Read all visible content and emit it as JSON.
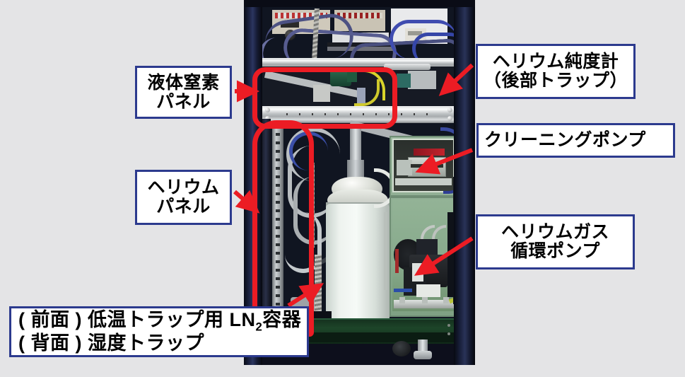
{
  "figure": {
    "background_color": "#e4e4e6",
    "photo_description": "helium-recovery-rack-cabinet-photograph",
    "accent_red": "#ec1c24",
    "callout_border_color": "#2c3a8e",
    "callout_fill_color": "#ffffff"
  },
  "callouts": [
    {
      "id": "ln2-panel",
      "lines": [
        "液体窒素",
        "パネル"
      ],
      "target": "liquid-nitrogen-panel"
    },
    {
      "id": "he-purity-meter",
      "lines": [
        "ヘリウム純度計",
        "（後部トラップ）"
      ],
      "target": "helium-purity-meter-rear-trap"
    },
    {
      "id": "cleaning-pump",
      "lines": [
        "クリーニングポンプ"
      ],
      "target": "cleaning-pump"
    },
    {
      "id": "he-panel",
      "lines": [
        "ヘリウム",
        "パネル"
      ],
      "target": "helium-panel"
    },
    {
      "id": "he-gas-circulation-pump",
      "lines": [
        "ヘリウムガス",
        "循環ポンプ"
      ],
      "target": "helium-gas-circulation-pump"
    },
    {
      "id": "ln2-vessel",
      "lines": [
        "( 前面 ) 低温トラップ用 LN2容器",
        "( 背面 ) 湿度トラップ"
      ],
      "line1_prefix": "( 前面 ) 低温トラップ用 LN",
      "line1_sub": "2",
      "line1_suffix": "容器",
      "line2": "( 背面 ) 湿度トラップ",
      "target": "cold-trap-ln2-vessel-and-humidity-trap"
    }
  ],
  "highlights": [
    {
      "id": "ln2-panel-outline",
      "shape": "rounded-rectangle",
      "color": "#ec1c24"
    },
    {
      "id": "he-panel-outline",
      "shape": "rounded-rectangle",
      "color": "#ec1c24"
    }
  ],
  "arrows": [
    {
      "id": "arrow-to-ln2-panel",
      "color": "#ec1c24",
      "direction": "right"
    },
    {
      "id": "arrow-to-he-purity-meter",
      "color": "#ec1c24",
      "direction": "left-down"
    },
    {
      "id": "arrow-to-cleaning-pump",
      "color": "#ec1c24",
      "direction": "left-down"
    },
    {
      "id": "arrow-to-he-panel",
      "color": "#ec1c24",
      "direction": "right-down"
    },
    {
      "id": "arrow-to-circulation-pump",
      "color": "#ec1c24",
      "direction": "left-down"
    },
    {
      "id": "arrow-to-ln2-vessel",
      "color": "#ec1c24",
      "direction": "right-up"
    }
  ]
}
